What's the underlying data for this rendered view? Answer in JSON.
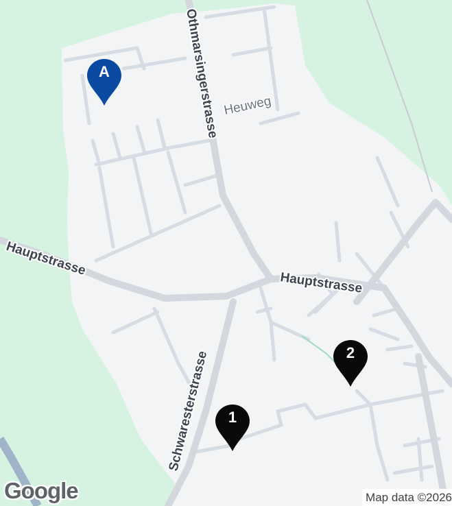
{
  "map": {
    "colors": {
      "background": "#d6f3e1",
      "urban_area": "#f3f4f5",
      "major_road": "#d2d8de",
      "minor_road": "#d5dce3",
      "river": "#9fb3c9",
      "footpath": "#9edcbc",
      "marker_a": "#0b4aa2",
      "marker_numbered": "#0a0a0a"
    },
    "streets": {
      "othmarsingerstrasse": "Othmarsingerstrasse",
      "heuweg": "Heuweg",
      "hauptstrasse_west": "Hauptstrasse",
      "hauptstrasse_east": "Hauptstrasse",
      "schwaresterstrasse": "Schwaresterstrasse"
    },
    "markers": [
      {
        "label": "A",
        "color": "#0b4aa2"
      },
      {
        "label": "2",
        "color": "#0a0a0a"
      },
      {
        "label": "1",
        "color": "#0a0a0a"
      }
    ],
    "logo": "Google",
    "attribution": "Map data ©2026"
  }
}
